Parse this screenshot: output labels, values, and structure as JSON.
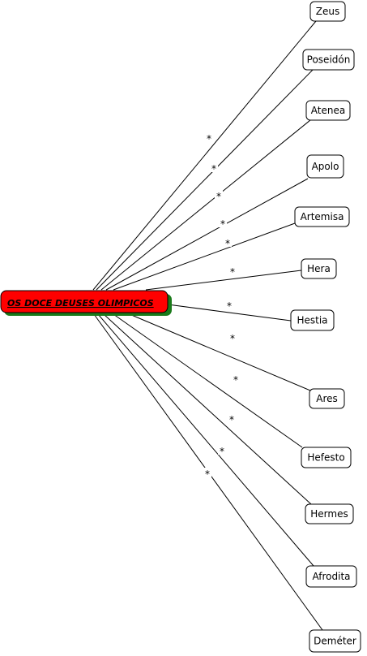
{
  "root": {
    "label": "OS DOCE DEUSES OLIMPICOS"
  },
  "link_label": "*",
  "nodes": [
    {
      "label": "Zeus"
    },
    {
      "label": "Poseidón"
    },
    {
      "label": "Atenea"
    },
    {
      "label": "Apolo"
    },
    {
      "label": "Artemisa"
    },
    {
      "label": "Hera"
    },
    {
      "label": "Hestia"
    },
    {
      "label": "Ares"
    },
    {
      "label": "Hefesto"
    },
    {
      "label": "Hermes"
    },
    {
      "label": "Afrodita"
    },
    {
      "label": "Deméter"
    }
  ],
  "colors": {
    "root_fill": "#ff0000",
    "root_shadow": "#1a7a1a",
    "node_fill": "#ffffff",
    "line": "#000000"
  }
}
